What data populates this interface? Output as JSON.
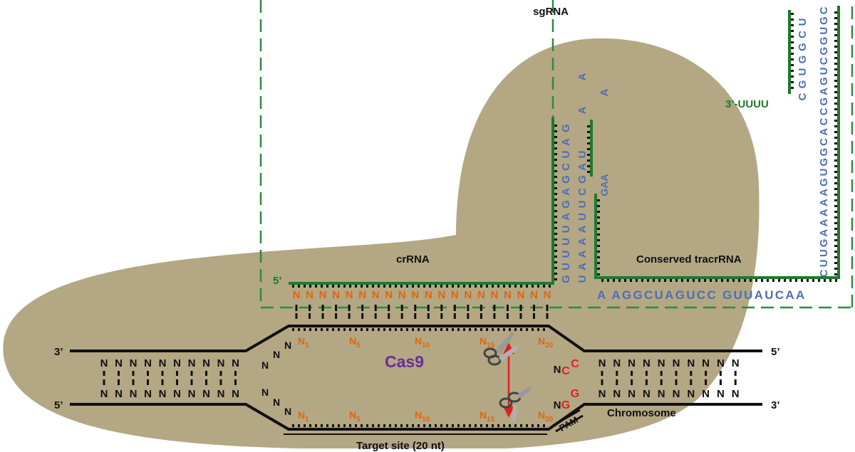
{
  "colors": {
    "protein": "#b4a784",
    "rna_green": "#1e7a2c",
    "dashed_green": "#2f8a3c",
    "blue_base": "#4a6fb5",
    "orange": "#e0660f",
    "red": "#e02020",
    "purple": "#6a2d9a",
    "black": "#111111"
  },
  "labels": {
    "sgrna": "sgRNA",
    "crrna": "crRNA",
    "tracr": "Conserved tracrRNA",
    "cas9": "Cas9",
    "chromosome": "Chromosome",
    "pam": "PAM",
    "target": "Target site (20 nt)",
    "five_prime": "5’",
    "three_prime": "3’",
    "three_uuuu": "3’-UUUU",
    "gaa": "GAA"
  },
  "sequences": {
    "spacer_N": "N",
    "spacer_count": 20,
    "bottom_row": "A AGGCUAGUCC GUUAUCAA",
    "stem_outer": "GUUUUAGAGCUA",
    "stem_outer_top": "G",
    "stem_inner": "UAAAAUUCGAU",
    "loop_top": [
      "A",
      "A",
      "A"
    ],
    "hairpin_right_outer": "CUUGAAAAAGUGGCACCGAGUCGGUGC",
    "hairpin_right_inner": "CGUGGCU",
    "dna_N_count_left": 10,
    "dna_N_count_right": 10
  },
  "target_subscripts": [
    {
      "base": "N",
      "sub": "1"
    },
    {
      "base": "N",
      "sub": "5"
    },
    {
      "base": "N",
      "sub": "10"
    },
    {
      "base": "N",
      "sub": "15"
    },
    {
      "base": "N",
      "sub": "20"
    }
  ],
  "pam_bases_top": [
    "C",
    "C"
  ],
  "pam_bases_bottom": [
    "G",
    "G"
  ]
}
